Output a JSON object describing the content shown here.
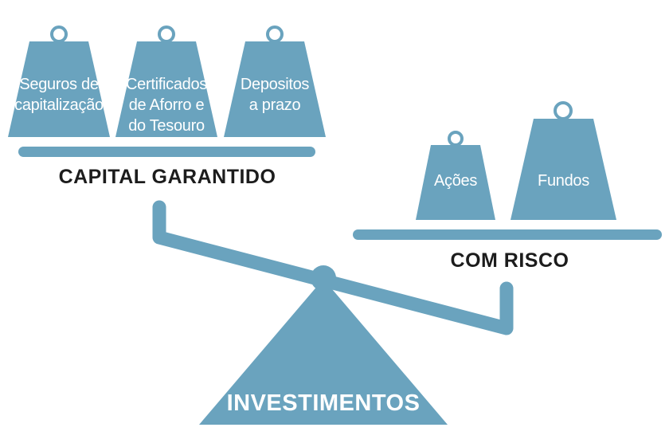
{
  "colors": {
    "steel_blue": "#6aa3be",
    "label_dark": "#1c1c1c",
    "label_light": "#ffffff"
  },
  "left_group": {
    "label": "CAPITAL GARANTIDO",
    "weights": [
      {
        "label": "Seguros de\ncapitalização"
      },
      {
        "label": "Certificados\nde Aforro e\ndo Tesouro"
      },
      {
        "label": "Depositos\na prazo"
      }
    ]
  },
  "right_group": {
    "label": "COM RISCO",
    "weights": [
      {
        "label": "Ações"
      },
      {
        "label": "Fundos"
      }
    ]
  },
  "base": {
    "label": "INVESTIMENTOS"
  }
}
